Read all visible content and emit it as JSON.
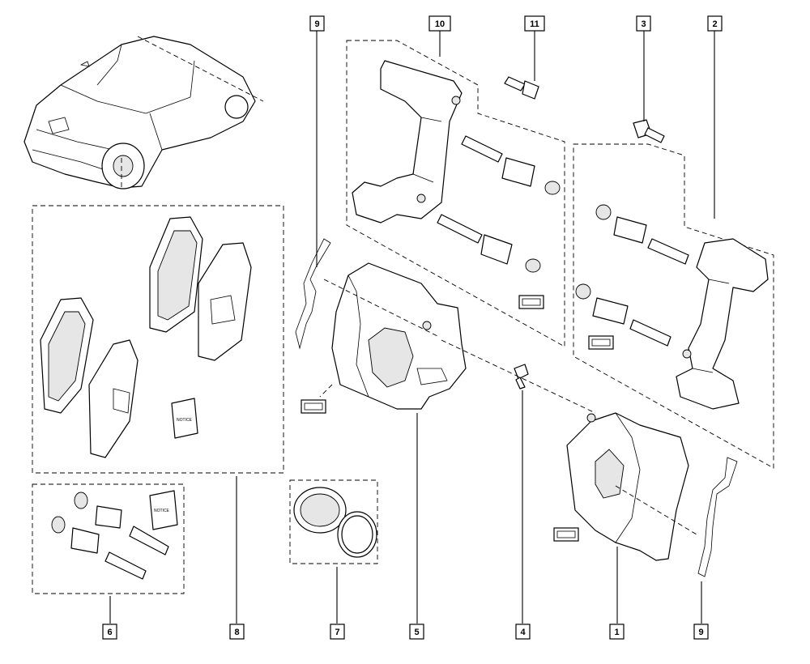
{
  "callouts": {
    "c1": "1",
    "c2": "2",
    "c3": "3",
    "c4": "4",
    "c5": "5",
    "c6": "6",
    "c7": "7",
    "c8": "8",
    "c9_top": "9",
    "c9_bottom": "9",
    "c10": "10",
    "c11": "11"
  },
  "notice_labels": {
    "kit8": "NOTICE",
    "kit6": "NOTICE"
  }
}
